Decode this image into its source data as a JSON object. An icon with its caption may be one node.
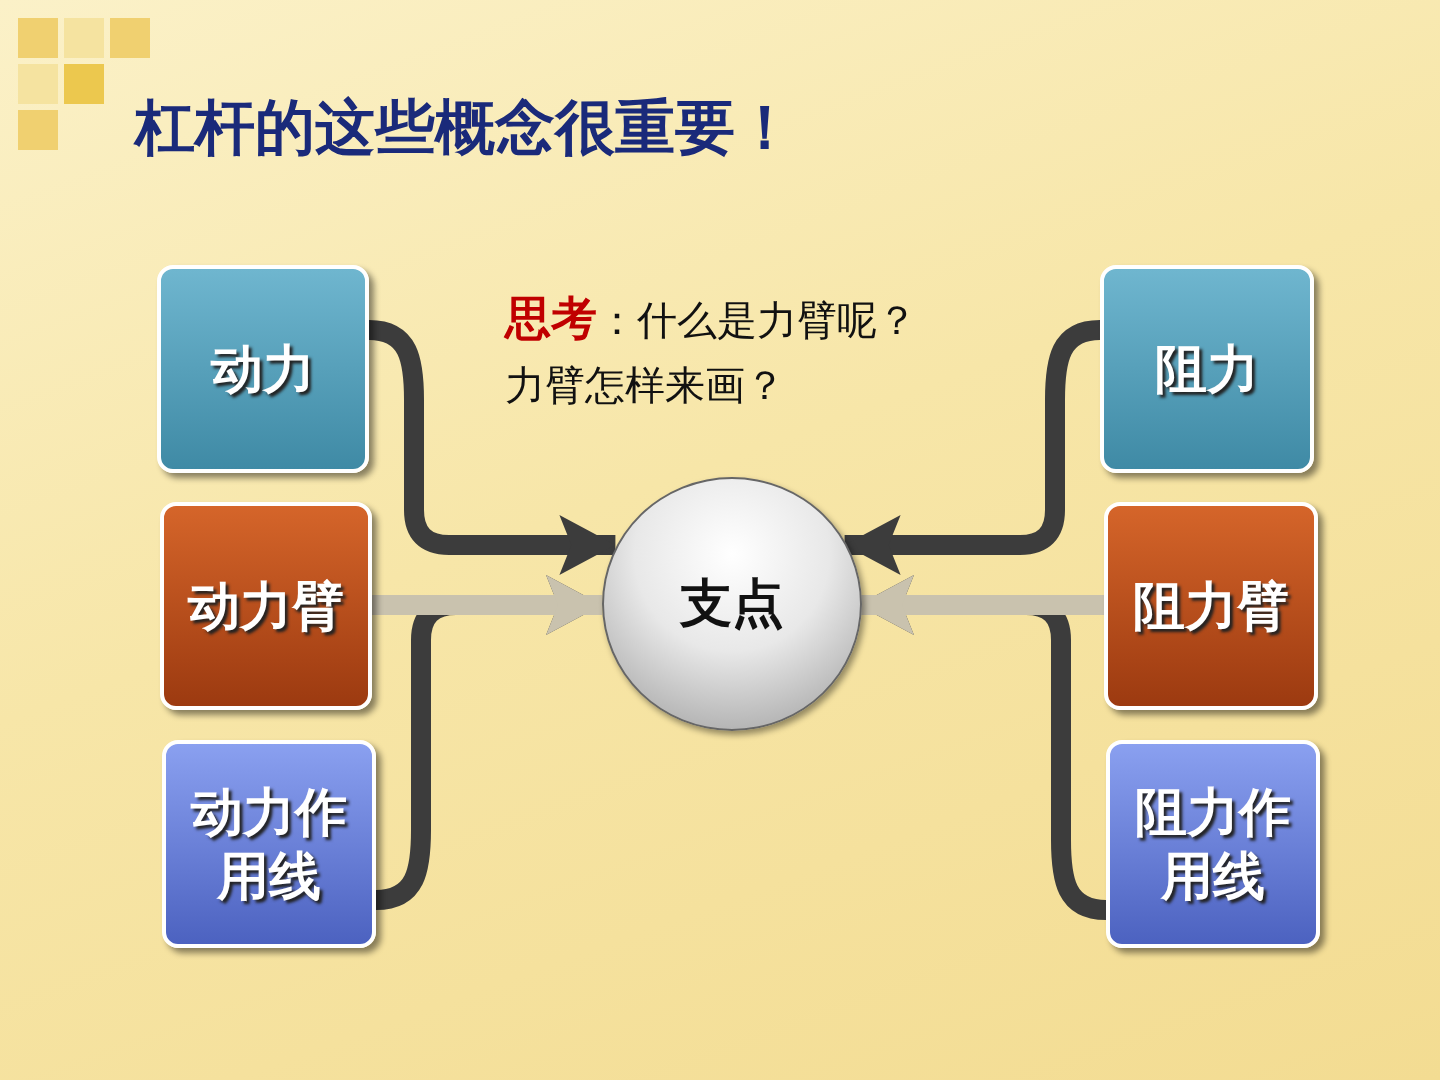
{
  "diagram": {
    "title": "杠杆的这些概念很重要！",
    "nodes": [
      {
        "text": [
          "动力"
        ]
      },
      {
        "text": [
          "动力臂"
        ]
      },
      {
        "text": [
          "动力作用线"
        ]
      },
      {
        "text": [
          "支点"
        ]
      },
      {
        "text": [
          "阻力"
        ]
      },
      {
        "text": [
          "阻力臂"
        ]
      },
      {
        "text": [
          "阻力作用线"
        ]
      }
    ],
    "edges": [
      {
        "from": 0,
        "to": 3,
        "arrow": "to"
      },
      {
        "from": 1,
        "to": 3,
        "arrow": "to",
        "color": "#c9c2ae"
      },
      {
        "from": 2,
        "to": 3,
        "arrow": "to"
      },
      {
        "from": 4,
        "to": 3,
        "arrow": "to"
      },
      {
        "from": 5,
        "to": 3,
        "arrow": "to",
        "color": "#c9c2ae"
      },
      {
        "from": 6,
        "to": 3,
        "arrow": "to"
      }
    ],
    "labels": [
      "**思考**：什么是力臂呢？",
      "力臂怎样来画？"
    ]
  }
}
